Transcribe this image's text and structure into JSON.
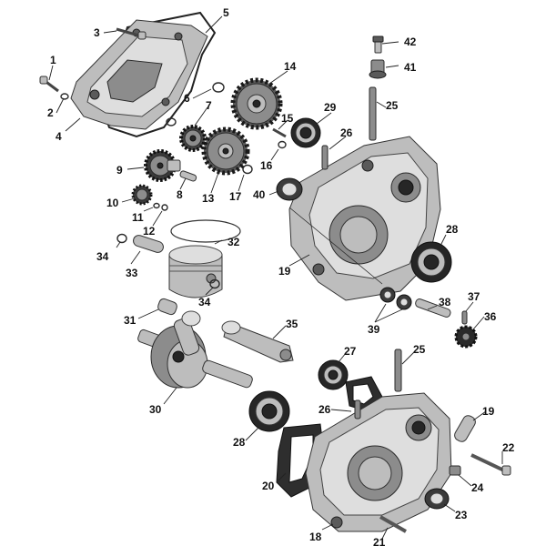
{
  "diagram": {
    "callouts": [
      {
        "label": "1"
      },
      {
        "label": "2"
      },
      {
        "label": "3"
      },
      {
        "label": "4"
      },
      {
        "label": "5"
      },
      {
        "label": "6"
      },
      {
        "label": "7"
      },
      {
        "label": "8"
      },
      {
        "label": "9"
      },
      {
        "label": "10"
      },
      {
        "label": "11"
      },
      {
        "label": "12"
      },
      {
        "label": "13"
      },
      {
        "label": "14"
      },
      {
        "label": "15"
      },
      {
        "label": "16"
      },
      {
        "label": "17"
      },
      {
        "label": "18"
      },
      {
        "label": "19"
      },
      {
        "label": "19"
      },
      {
        "label": "20"
      },
      {
        "label": "21"
      },
      {
        "label": "22"
      },
      {
        "label": "23"
      },
      {
        "label": "24"
      },
      {
        "label": "25"
      },
      {
        "label": "25"
      },
      {
        "label": "26"
      },
      {
        "label": "26"
      },
      {
        "label": "27"
      },
      {
        "label": "28"
      },
      {
        "label": "28"
      },
      {
        "label": "29"
      },
      {
        "label": "30"
      },
      {
        "label": "31"
      },
      {
        "label": "32"
      },
      {
        "label": "33"
      },
      {
        "label": "34"
      },
      {
        "label": "34"
      },
      {
        "label": "35"
      },
      {
        "label": "36"
      },
      {
        "label": "37"
      },
      {
        "label": "38"
      },
      {
        "label": "39"
      },
      {
        "label": "40"
      },
      {
        "label": "41"
      },
      {
        "label": "42"
      }
    ]
  }
}
